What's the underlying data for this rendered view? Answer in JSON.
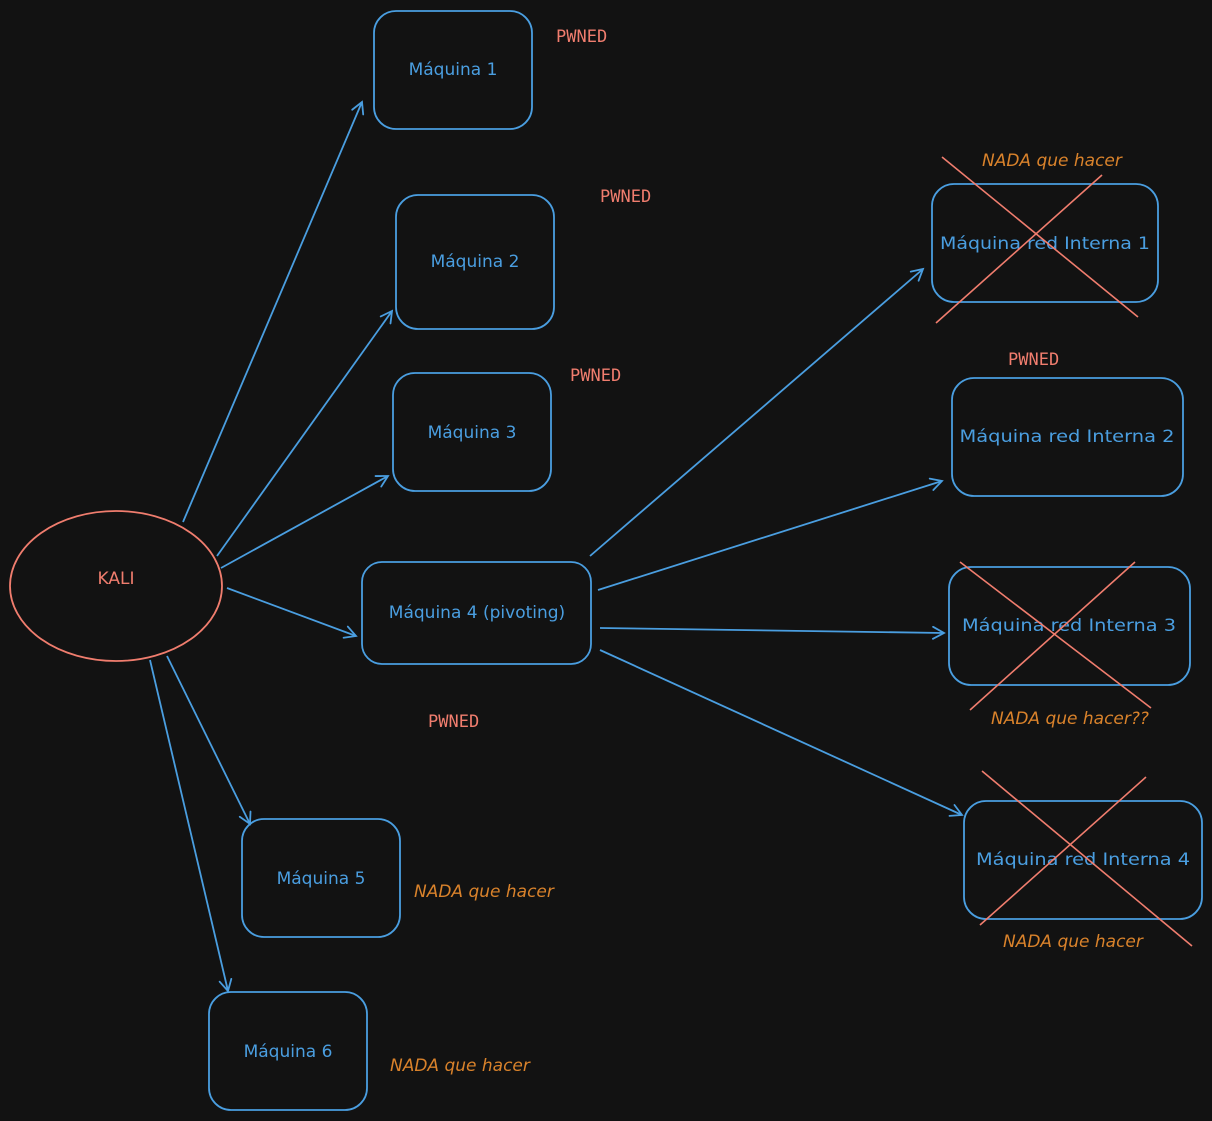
{
  "colors": {
    "background": "#121212",
    "machine": "#4a9ee0",
    "kali": "#f07d6e",
    "pwned": "#f07d6e",
    "nada": "#d9822b",
    "cross": "#f07d6e"
  },
  "kali": {
    "label": "KALI"
  },
  "machines": {
    "m1": {
      "label": "Máquina 1",
      "status": "PWNED"
    },
    "m2": {
      "label": "Máquina 2",
      "status": "PWNED"
    },
    "m3": {
      "label": "Máquina 3",
      "status": "PWNED"
    },
    "m4": {
      "label": "Máquina 4 (pivoting)",
      "status": "PWNED"
    },
    "m5": {
      "label": "Máquina 5",
      "status": "NADA que hacer"
    },
    "m6": {
      "label": "Máquina 6",
      "status": "NADA que hacer"
    }
  },
  "internal": {
    "i1": {
      "label": "Máquina red Interna 1",
      "status": "NADA que hacer",
      "crossed": true
    },
    "i2": {
      "label": "Máquina red Interna 2",
      "status": "PWNED",
      "crossed": false
    },
    "i3": {
      "label": "Máquina red Interna 3",
      "status": "NADA que hacer??",
      "crossed": true
    },
    "i4": {
      "label": "Máquina red Interna 4",
      "status": "NADA que hacer",
      "crossed": true
    }
  }
}
